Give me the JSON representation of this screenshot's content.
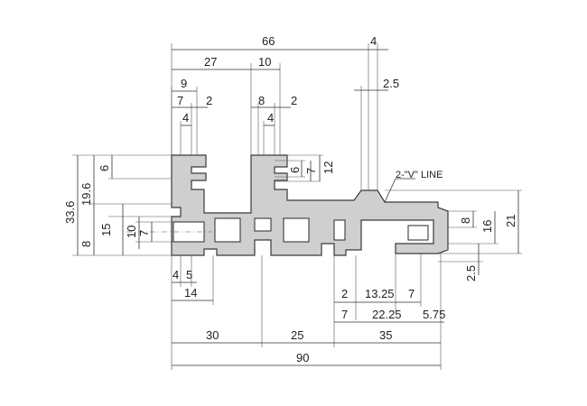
{
  "diagram": {
    "note_label": "2-\"V\" LINE",
    "dims": {
      "d66": "66",
      "d4_top": "4",
      "d27": "27",
      "d10_top": "10",
      "d2_5_top": "2.5",
      "d9": "9",
      "d7_left": "7",
      "d2_left": "2",
      "d4_left": "4",
      "d8_mid": "8",
      "d2_mid": "2",
      "d4_mid": "4",
      "d6_slot": "6",
      "d7_slot": "7",
      "d12_slot": "12",
      "d33_6": "33.6",
      "d19_6": "19.6",
      "d6_left": "6",
      "d15": "15",
      "d10_left": "10",
      "d7_vert": "7",
      "d8_left": "8",
      "d8_right": "8",
      "d16": "16",
      "d21": "21",
      "d2_5_right": "2.5",
      "d4_bot": "4",
      "d5_bot": "5",
      "d14": "14",
      "d2_bot": "2",
      "d13_25": "13.25",
      "d7_bot1": "7",
      "d7_bot2": "7",
      "d22_25": "22.25",
      "d5_75": "5.75",
      "d30": "30",
      "d25": "25",
      "d35": "35",
      "d90": "90"
    }
  }
}
